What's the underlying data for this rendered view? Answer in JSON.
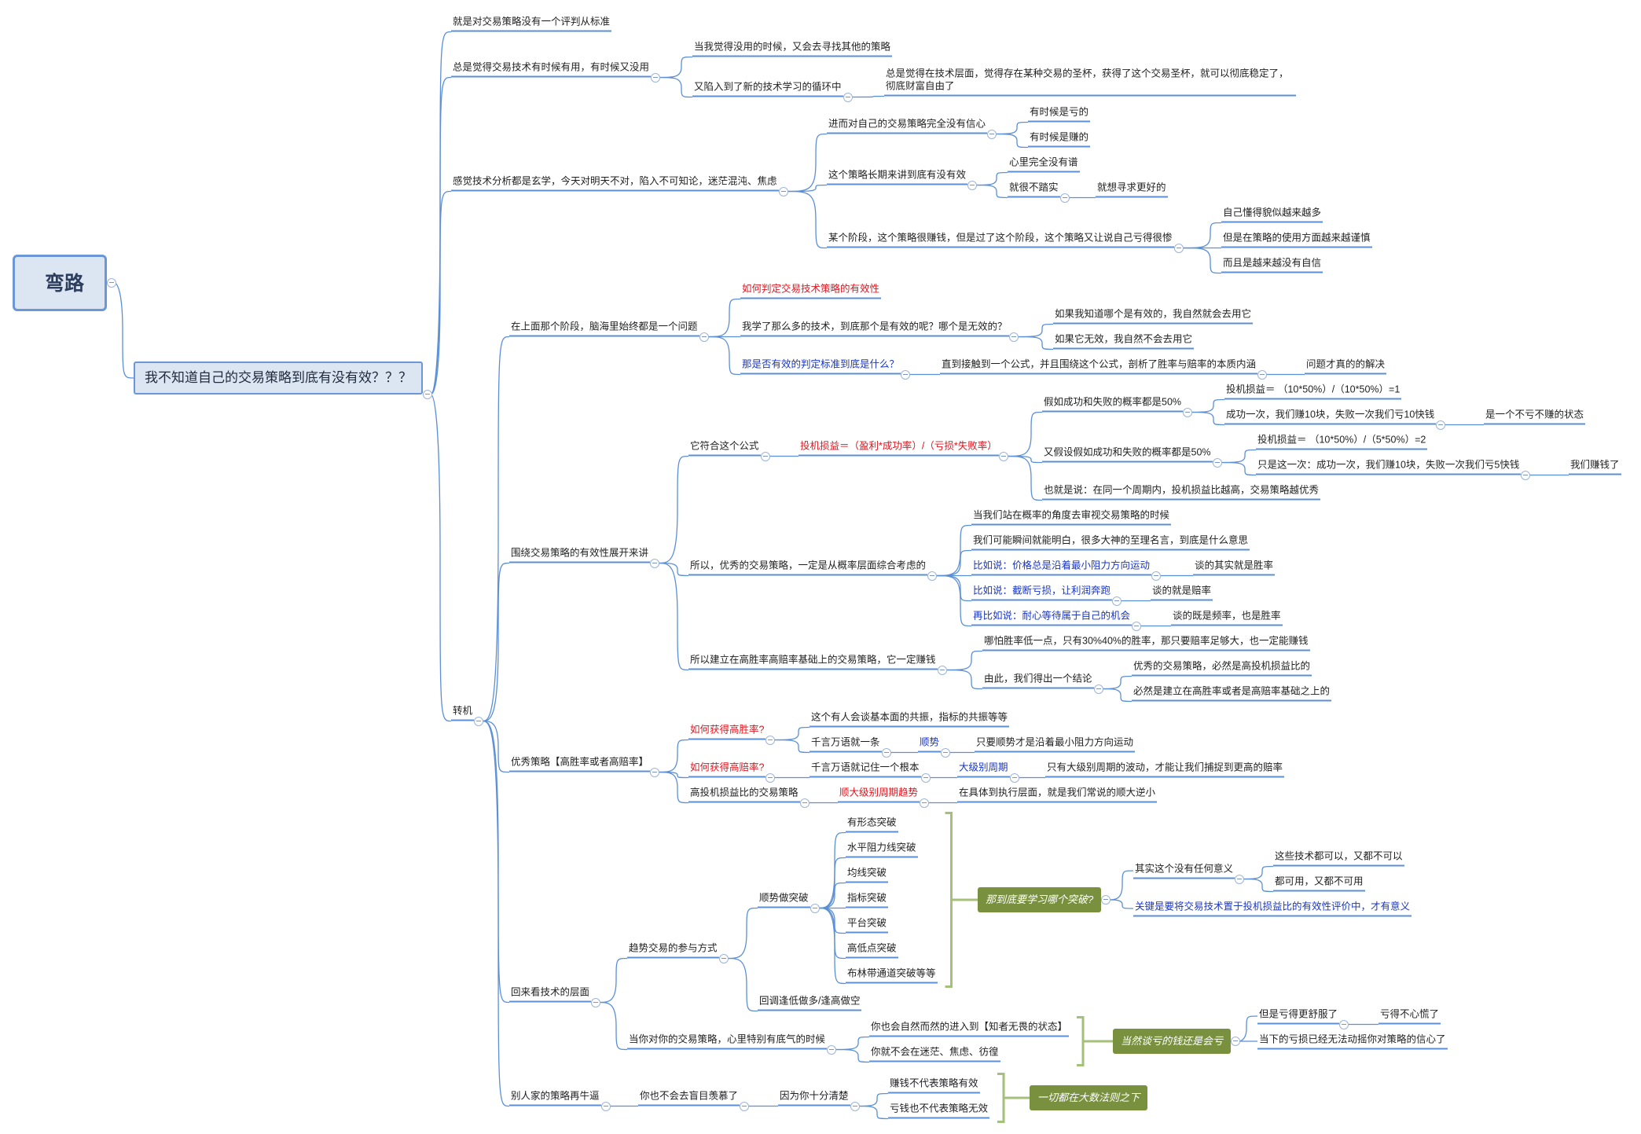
{
  "colors": {
    "line": "#5b8fd6",
    "red": "#e0141e",
    "blue": "#1836c8",
    "summary_bg": "#79913e",
    "brace": "#a4c07a",
    "root_bg": "#dce6f3"
  },
  "root": {
    "text": "弯路"
  },
  "main": {
    "text": "我不知道自己的交易策略到底有没有效？？？"
  },
  "b1": {
    "text": "就是对交易策略没有一个评判从标准"
  },
  "b2": {
    "text": "总是觉得交易技术有时候有用，有时候又没用",
    "c1": "当我觉得没用的时候，又会去寻找其他的策略",
    "c2": "又陷入到了新的技术学习的循环中",
    "c2a": "总是觉得在技术层面，觉得存在某种交易的圣杯，获得了这个交易圣杯，就可以彻底稳定了，彻底财富自由了"
  },
  "b3": {
    "text": "感觉技术分析都是玄学，今天对明天不对，陷入不可知论，迷茫混沌、焦虑",
    "c1": "进而对自己的交易策略完全没有信心",
    "c1a": "有时候是亏的",
    "c1b": "有时候是赚的",
    "c2": "这个策略长期来讲到底有没有效",
    "c2a": "心里完全没有谱",
    "c2b": "就很不踏实",
    "c2b1": "就想寻求更好的",
    "c3": "某个阶段，这个策略很赚钱，但是过了这个阶段，这个策略又让说自己亏得很惨",
    "c3a": "自己懂得貌似越来越多",
    "c3b": "但是在策略的使用方面越来越谨慎",
    "c3c": "而且是越来越没有自信"
  },
  "turn": {
    "text": "转机"
  },
  "t1": {
    "text": "在上面那个阶段，脑海里始终都是一个问题",
    "c1": "如何判定交易技术策略的有效性",
    "c2": "我学了那么多的技术，到底那个是有效的呢？哪个是无效的？",
    "c2a": "如果我知道哪个是有效的，我自然就会去用它",
    "c2b": "如果它无效，我自然不会去用它",
    "c3": "那是否有效的判定标准到底是什么？",
    "c3a": "直到接触到一个公式，并且围绕这个公式，剖析了胜率与赔率的本质内涵",
    "c3a1": "问题才真的的解决"
  },
  "t2": {
    "text": "围绕交易策略的有效性展开来讲",
    "c1": "它符合这个公式",
    "c1f": "投机损益＝（盈利*成功率）/（亏损*失败率）",
    "f1": "假如成功和失败的概率都是50%",
    "f1a": "投机损益＝ （10*50%）/（10*50%）=1",
    "f1b": "成功一次，我们赚10块，失败一次我们亏10快钱",
    "f1b1": "是一个不亏不赚的状态",
    "f2": "又假设假如成功和失败的概率都是50%",
    "f2a": "投机损益＝ （10*50%）/（5*50%）=2",
    "f2b": "只是这一次：成功一次，我们赚10块，失败一次我们亏5快钱",
    "f2b1": "我们赚钱了",
    "f3": "也就是说：在同一个周期内，投机损益比越高，交易策略越优秀",
    "c2": "所以，优秀的交易策略，一定是从概率层面综合考虑的",
    "c2a": "当我们站在概率的角度去审视交易策略的时候",
    "c2b": "我们可能瞬间就能明白，很多大神的至理名言，到底是什么意思",
    "c2c": "比如说：价格总是沿着最小阻力方向运动",
    "c2c1": "谈的其实就是胜率",
    "c2d": "比如说：截断亏损，让利润奔跑",
    "c2d1": "谈的就是赔率",
    "c2e": "再比如说：耐心等待属于自己的机会",
    "c2e1": "谈的既是频率，也是胜率",
    "c3": "所以建立在高胜率高赔率基础上的交易策略，它一定赚钱",
    "c3a": "哪怕胜率低一点，只有30%40%的胜率，那只要赔率足够大，也一定能赚钱",
    "c3b": "由此，我们得出一个结论",
    "c3b1": "优秀的交易策略，必然是高投机损益比的",
    "c3b2": "必然是建立在高胜率或者是高赔率基础之上的"
  },
  "t3": {
    "text": "优秀策略【高胜率或者高赔率】",
    "c1": "如何获得高胜率?",
    "c1a": "这个有人会谈基本面的共振，指标的共振等等",
    "c1b": "千言万语就一条",
    "c1b1": "顺势",
    "c1b1a": "只要顺势才是沿着最小阻力方向运动",
    "c2": "如何获得高赔率?",
    "c2a": "千言万语就记住一个根本",
    "c2a1": "大级别周期",
    "c2a1a": "只有大级别周期的波动，才能让我们捕捉到更高的赔率",
    "c3": "高投机损益比的交易策略",
    "c3a": "顺大级别周期趋势",
    "c3a1": "在具体到执行层面，就是我们常说的顺大逆小"
  },
  "t4": {
    "text": "回来看技术的层面",
    "c1": "趋势交易的参与方式",
    "c1a": "顺势做突破",
    "br": [
      "有形态突破",
      "水平阻力线突破",
      "均线突破",
      "指标突破",
      "平台突破",
      "高低点突破",
      "布林带通道突破等等"
    ],
    "c1b": "回调逢低做多/逢高做空",
    "q": "那到底要学习哪个突破?",
    "q1": "其实这个没有任何意义",
    "q1a": "这些技术都可以，又都不可以",
    "q1b": "都可用，又都不可用",
    "q2": "关键是要将交易技术置于投机损益比的有效性评价中，才有意义",
    "c2": "当你对你的交易策略，心里特别有底气的时候",
    "c2a": "你也会自然而然的进入到【知者无畏的状态】",
    "c2b": "你就不会在迷茫、焦虑、彷徨",
    "s2": "当然谈亏的钱还是会亏",
    "s2a": "但是亏得更舒服了",
    "s2a1": "亏得不心慌了",
    "s2b": "当下的亏损已经无法动摇你对策略的信心了"
  },
  "t5": {
    "text": "别人家的策略再牛逼",
    "c1": "你也不会去盲目羡慕了",
    "c1a": "因为你十分清楚",
    "c1a1": "赚钱不代表策略有效",
    "c1a2": "亏钱也不代表策略无效",
    "s": "一切都在大数法则之下"
  }
}
